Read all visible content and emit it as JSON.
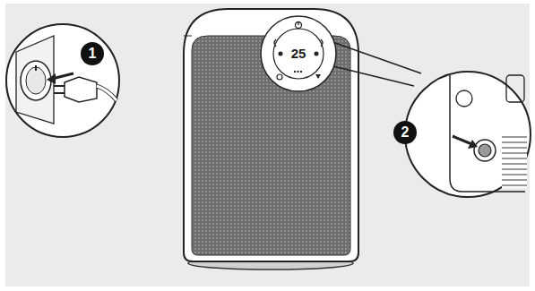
{
  "diagram": {
    "labels": [
      "1",
      "2",
      "25"
    ]
  }
}
